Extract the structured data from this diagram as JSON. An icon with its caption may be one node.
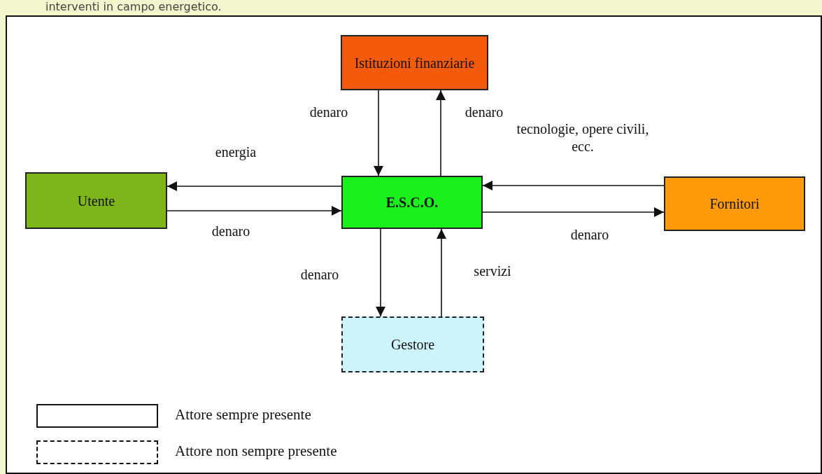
{
  "diagram": {
    "nodes": [
      {
        "text": [
          "Istituzioni finanziarie"
        ]
      },
      {
        "text": [
          "Utente"
        ]
      },
      {
        "text": [
          "E.S.C.O."
        ]
      },
      {
        "text": [
          "Fornitori"
        ]
      },
      {
        "text": [
          "Gestore"
        ]
      }
    ],
    "edges": [
      {
        "from": 0,
        "to": 2,
        "arrow": "to",
        "label": "denaro"
      },
      {
        "from": 2,
        "to": 0,
        "arrow": "to",
        "label": "denaro"
      },
      {
        "from": 2,
        "to": 1,
        "arrow": "to",
        "label": "energia"
      },
      {
        "from": 1,
        "to": 2,
        "arrow": "to",
        "label": "denaro"
      },
      {
        "from": 3,
        "to": 2,
        "arrow": "to",
        "label": "tecnologie, opere civili, ecc."
      },
      {
        "from": 2,
        "to": 3,
        "arrow": "to",
        "label": "denaro"
      },
      {
        "from": 2,
        "to": 4,
        "arrow": "to",
        "label": "denaro"
      },
      {
        "from": 4,
        "to": 2,
        "arrow": "to",
        "label": "servizi"
      }
    ],
    "labels": [
      "interventi in campo energetico."
    ],
    "legend": [
      {
        "text": "Attore sempre presente"
      },
      {
        "text": "Attore non sempre presente"
      }
    ]
  }
}
